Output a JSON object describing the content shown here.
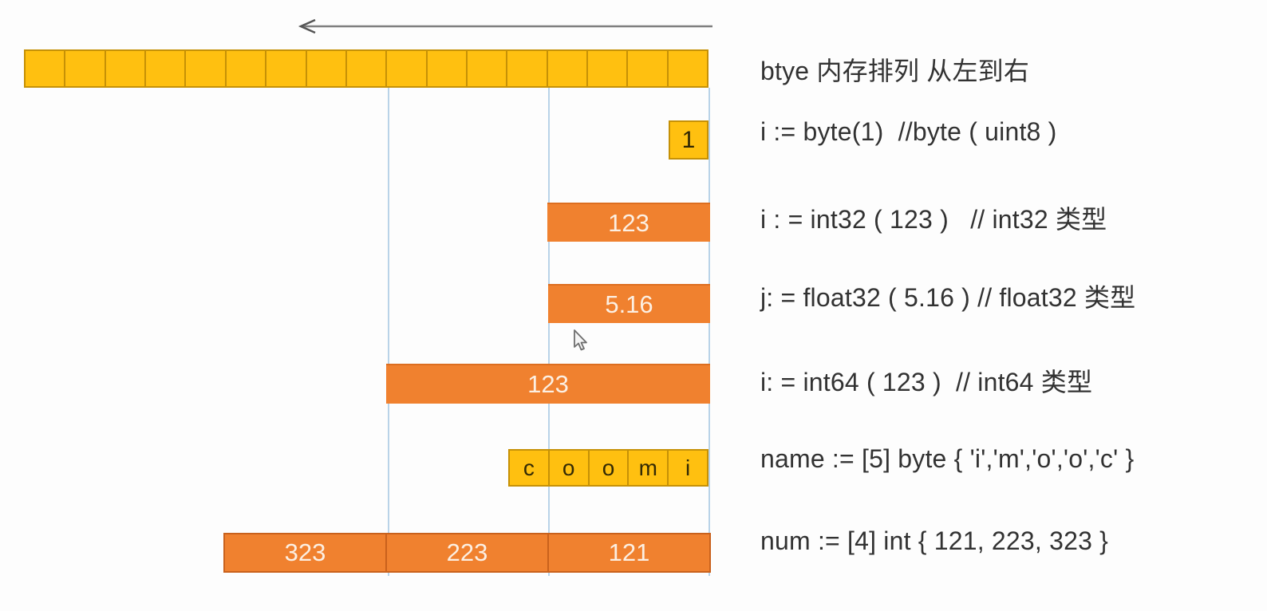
{
  "diagram": {
    "arrow_direction": "left",
    "byte_row_cell_count": 17,
    "byte1_label": "1",
    "int32_bar_label": "123",
    "float32_bar_label": "5.16",
    "int64_bar_label": "123",
    "name_cells": [
      "c",
      "o",
      "o",
      "m",
      "i"
    ],
    "num_segments": [
      "323",
      "223",
      "121"
    ]
  },
  "notes": {
    "lines": [
      {
        "text": "btye 内存排列 从左到右"
      },
      {
        "text": "i := byte(1)  //byte ( uint8 )"
      },
      {
        "text": "i : = int32 ( 123 )   // int32 类型"
      },
      {
        "text": "j: = float32 ( 5.16 ) // float32 类型"
      },
      {
        "text": "i: = int64 ( 123 )  // int64 类型"
      },
      {
        "text": "name := [5] byte { 'i','m','o','o','c' }"
      },
      {
        "text": "num := [4] int { 121, 223, 323 }"
      }
    ]
  },
  "colors": {
    "cell_fill": "#FFC010",
    "cell_border": "#C69106",
    "bar_fill": "#F0812F",
    "num_border": "#C9611C",
    "guide_line": "#B9D3E8",
    "arrow": "#7F7F7F",
    "text": "#323232"
  }
}
